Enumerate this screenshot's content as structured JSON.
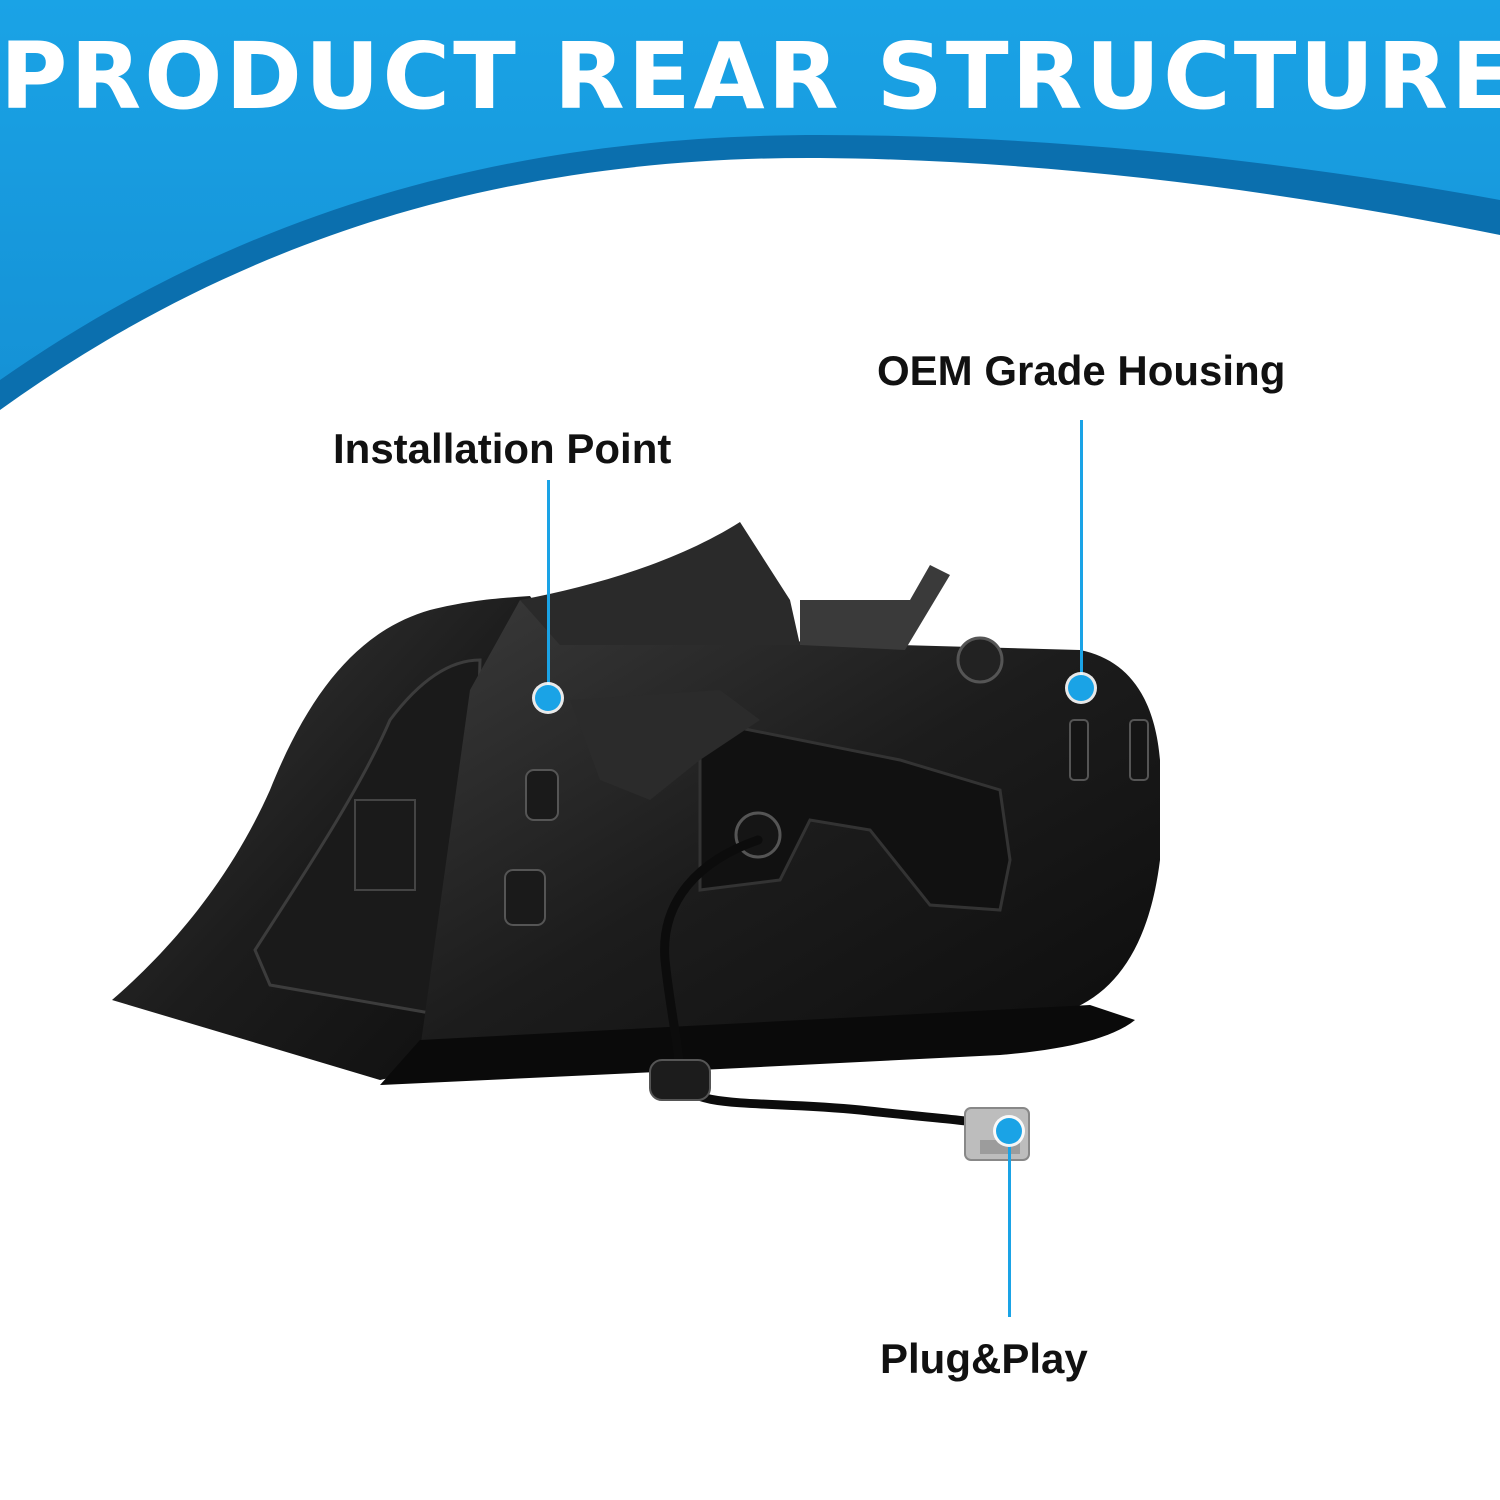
{
  "header": {
    "title": "PRODUCT REAR STRUCTURE"
  },
  "callouts": {
    "installation_point": "Installation Point",
    "oem_housing": "OEM Grade Housing",
    "plug_play": "Plug&Play"
  },
  "colors": {
    "banner_blue": "#1aa3e6",
    "banner_dark": "#0b6fae",
    "callout_blue": "#1aa3e6",
    "label_text": "#111111"
  }
}
